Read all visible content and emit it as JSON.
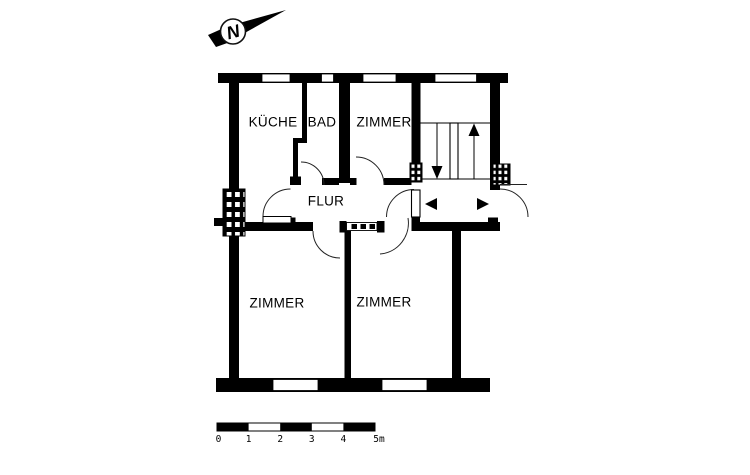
{
  "rooms": {
    "kitchen": {
      "label": "KÜCHE"
    },
    "bath": {
      "label": "BAD"
    },
    "room_top": {
      "label": "ZIMMER"
    },
    "hall": {
      "label": "FLUR"
    },
    "room_bottom_left": {
      "label": "ZIMMER"
    },
    "room_bottom_middle": {
      "label": "ZIMMER"
    }
  },
  "compass": {
    "label": "N"
  },
  "scale_bar": {
    "tick_labels": [
      "0",
      "1",
      "2",
      "3",
      "4",
      "5m"
    ]
  },
  "colors": {
    "wall": "#000000",
    "background": "#ffffff",
    "thin_line": "#333333"
  },
  "icons": {
    "north_arrow": "compass-needle-pointing-northeast",
    "stair_down": "arrow-down",
    "stair_up": "arrow-up",
    "entry_left": "arrow-left",
    "entry_right": "arrow-right"
  }
}
